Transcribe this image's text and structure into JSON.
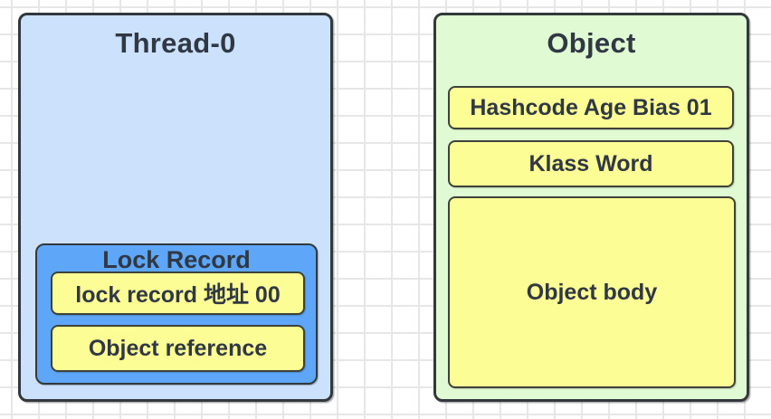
{
  "colors": {
    "canvas_bg": "#ffffff",
    "grid_line": "#e7e7e7",
    "border": "#33383d",
    "cell_border": "#3f4238",
    "text": "#303844",
    "thread_fill": "#cbe1fc",
    "lock_fill": "#5ea7f8",
    "object_fill": "#e0fad4",
    "cell_fill": "#fdfd96"
  },
  "diagram": {
    "thread": {
      "title": "Thread-0",
      "lock_record": {
        "title": "Lock Record",
        "cells": [
          "lock record 地址 00",
          "Object reference"
        ]
      }
    },
    "object": {
      "title": "Object",
      "cells": [
        "Hashcode Age Bias 01",
        "Klass Word",
        "Object body"
      ]
    }
  }
}
